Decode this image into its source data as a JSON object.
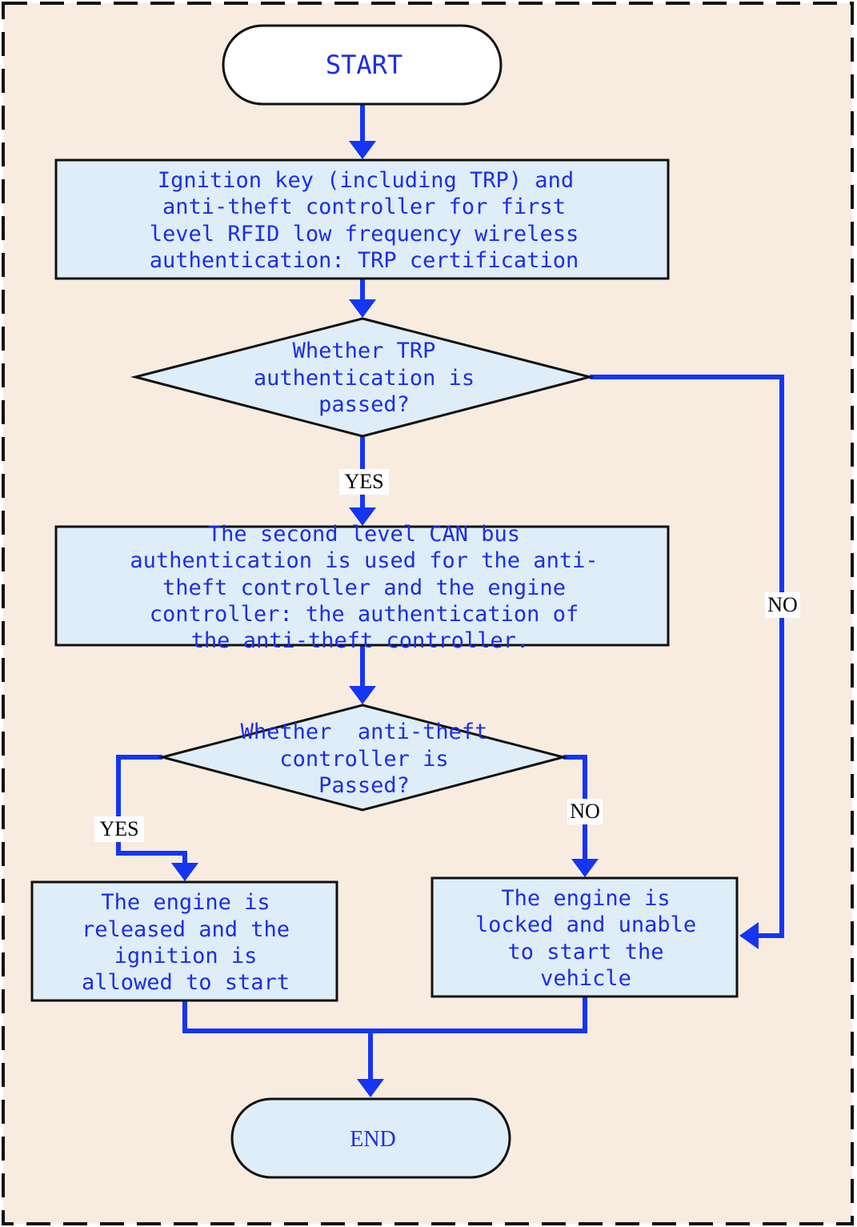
{
  "diagram": {
    "colors": {
      "background": "#f8ece1",
      "frame": "#111111",
      "node_fill": "#deedf7",
      "node_stroke": "#111111",
      "edge": "#1535f5",
      "text": "#1b2ee8",
      "label_text": "#000000"
    },
    "nodes": {
      "start": {
        "shape": "terminal",
        "lines": [
          "START"
        ]
      },
      "trp_auth_process": {
        "shape": "process",
        "lines": [
          "Ignition key (including TRP) and",
          "anti-theft controller for first",
          "level RFID low frequency wireless",
          "authentication: TRP certification"
        ]
      },
      "trp_decision": {
        "shape": "decision",
        "lines": [
          "Whether TRP",
          "authentication is",
          "passed?"
        ]
      },
      "can_auth_process": {
        "shape": "process",
        "lines": [
          "The second level CAN bus",
          "authentication is used for the anti-",
          "theft controller and the engine",
          "controller: the authentication of",
          "the anti-theft controller."
        ]
      },
      "antitheft_decision": {
        "shape": "decision",
        "lines": [
          "Whether  anti-theft",
          "controller is",
          "Passed?"
        ]
      },
      "engine_released": {
        "shape": "process",
        "lines": [
          "The engine is",
          "released and the",
          "ignition is",
          "allowed to start"
        ]
      },
      "engine_locked": {
        "shape": "process",
        "lines": [
          "The engine is",
          "locked and unable",
          "to start the",
          "vehicle"
        ]
      },
      "end": {
        "shape": "terminal",
        "lines": [
          "END"
        ]
      }
    },
    "edge_labels": {
      "trp_yes": "YES",
      "trp_no": "NO",
      "antitheft_yes": "YES",
      "antitheft_no": "NO"
    }
  }
}
